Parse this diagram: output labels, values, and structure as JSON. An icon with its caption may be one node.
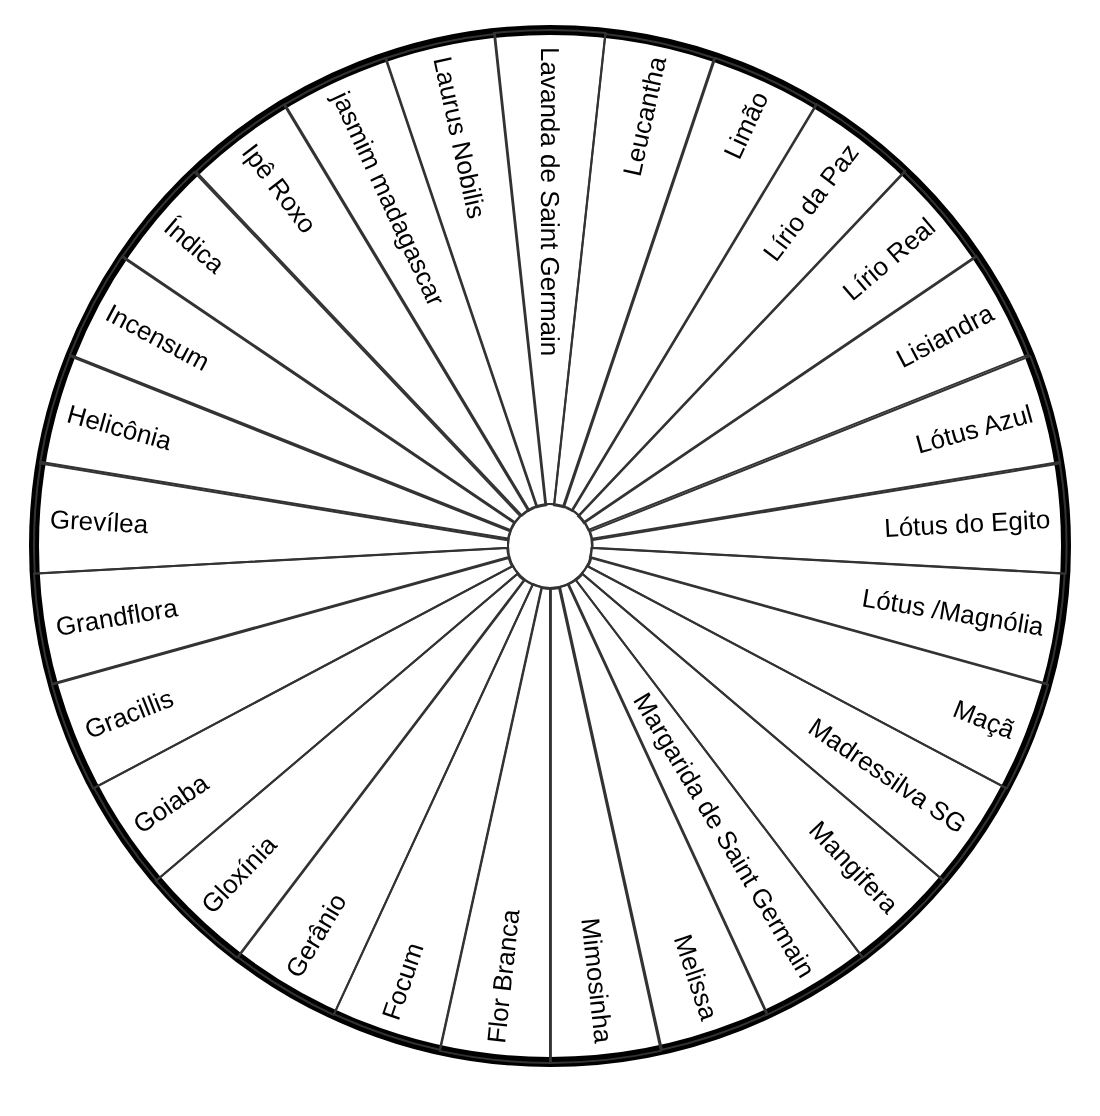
{
  "diagram": {
    "nodes": [
      {
        "text": [
          "Lavanda de Saint Germain"
        ]
      },
      {
        "text": [
          "Leucantha"
        ]
      },
      {
        "text": [
          "Limão"
        ]
      },
      {
        "text": [
          "Lírio da Paz"
        ]
      },
      {
        "text": [
          "Lírio Real"
        ]
      },
      {
        "text": [
          "Lisiandra"
        ]
      },
      {
        "text": [
          "Lótus Azul"
        ]
      },
      {
        "text": [
          "Lótus do Egito"
        ]
      },
      {
        "text": [
          "Lótus /Magnólia"
        ]
      },
      {
        "text": [
          "Maçã"
        ]
      },
      {
        "text": [
          "Madressilva SG"
        ]
      },
      {
        "text": [
          "Mangifera"
        ]
      },
      {
        "text": [
          "Margarida de Saint Germain"
        ]
      },
      {
        "text": [
          "Melissa"
        ]
      },
      {
        "text": [
          "Mimosinha"
        ]
      },
      {
        "text": [
          "Flor Branca"
        ]
      },
      {
        "text": [
          "Focum"
        ]
      },
      {
        "text": [
          "Gerânio"
        ]
      },
      {
        "text": [
          "Gloxínia"
        ]
      },
      {
        "text": [
          "Goiaba"
        ]
      },
      {
        "text": [
          "Gracillis"
        ]
      },
      {
        "text": [
          "Grandflora"
        ]
      },
      {
        "text": [
          "Grevílea"
        ]
      },
      {
        "text": [
          "Helicônia"
        ]
      },
      {
        "text": [
          "Incensum"
        ]
      },
      {
        "text": [
          "Índica"
        ]
      },
      {
        "text": [
          "Ipê Roxo"
        ]
      },
      {
        "text": [
          "jasmim madagascar"
        ]
      },
      {
        "text": [
          "Laurus Nobilis"
        ]
      }
    ]
  }
}
